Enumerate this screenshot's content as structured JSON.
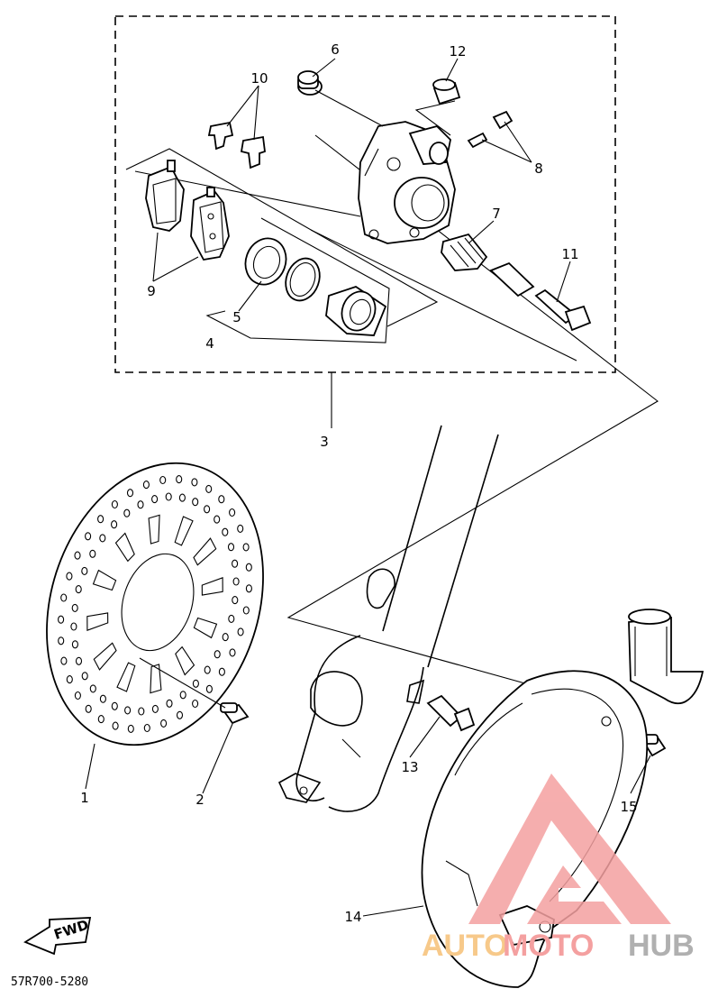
{
  "callouts": [
    {
      "id": "1",
      "label": "1"
    },
    {
      "id": "2",
      "label": "2"
    },
    {
      "id": "3",
      "label": "3"
    },
    {
      "id": "4",
      "label": "4"
    },
    {
      "id": "5",
      "label": "5"
    },
    {
      "id": "6",
      "label": "6"
    },
    {
      "id": "7",
      "label": "7"
    },
    {
      "id": "8",
      "label": "8"
    },
    {
      "id": "9",
      "label": "9"
    },
    {
      "id": "10",
      "label": "10"
    },
    {
      "id": "11",
      "label": "11"
    },
    {
      "id": "12",
      "label": "12"
    },
    {
      "id": "13",
      "label": "13"
    },
    {
      "id": "14",
      "label": "14"
    },
    {
      "id": "15",
      "label": "15"
    }
  ],
  "fwd_label": "FWD",
  "diagram_code": "57R700-5280",
  "watermark": {
    "text_auto": "AUTO",
    "text_moto": "MOTO",
    "text_hub": "HUB",
    "color_pink": "#f4a0a0",
    "color_orange": "#f7c98a",
    "color_gray": "#b0b0b0"
  }
}
